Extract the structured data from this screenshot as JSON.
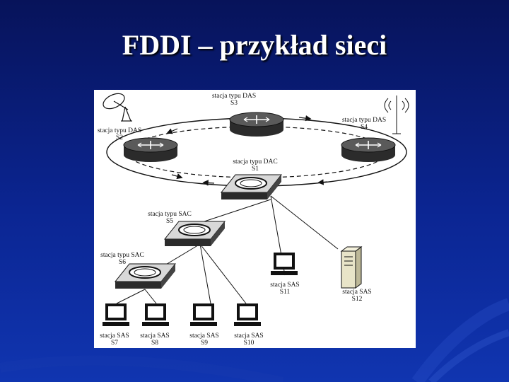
{
  "slide": {
    "title": "FDDI – przykład sieci"
  },
  "colors": {
    "background": "#0b2592",
    "title": "#ffffff"
  },
  "stations": {
    "s3": {
      "type": "stacja typu DAS",
      "id": "S3"
    },
    "s2": {
      "type": "stacja typu DAS",
      "id": "S2"
    },
    "s4": {
      "type": "stacja typu DAS",
      "id": "S4"
    },
    "s1": {
      "type": "stacja typu DAC",
      "id": "S1"
    },
    "s5": {
      "type": "stacja typu SAC",
      "id": "S5"
    },
    "s6": {
      "type": "stacja typu SAC",
      "id": "S6"
    },
    "s11": {
      "type": "stacja SAS",
      "id": "S11"
    },
    "s12": {
      "type": "stacja SAS",
      "id": "S12"
    },
    "s7": {
      "type": "stacja SAS",
      "id": "S7"
    },
    "s8": {
      "type": "stacja SAS",
      "id": "S8"
    },
    "s9": {
      "type": "stacja SAS",
      "id": "S9"
    },
    "s10": {
      "type": "stacja SAS",
      "id": "S10"
    }
  },
  "icons": [
    "satellite-dish-icon",
    "radio-antenna-icon",
    "router-icon",
    "concentrator-icon",
    "computer-icon",
    "server-tower-icon"
  ]
}
